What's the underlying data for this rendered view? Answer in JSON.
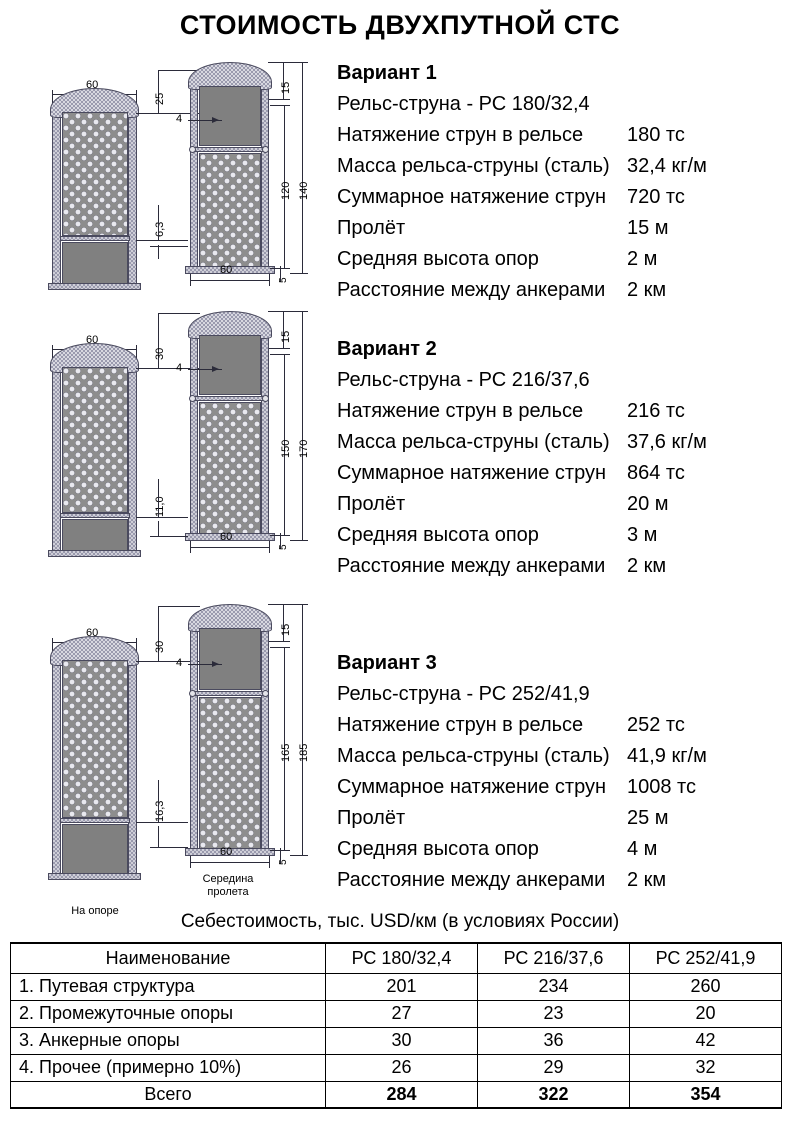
{
  "title": "СТОИМОСТЬ  ДВУХПУТНОЙ  СТС",
  "variants": [
    {
      "heading": "Вариант 1",
      "rail_line": "Рельс-струна - РС 180/32,4",
      "rows": [
        {
          "label": "Натяжение струн в рельсе",
          "value": "180 тс"
        },
        {
          "label": "Масса рельса-струны (сталь)",
          "value": "32,4 кг/м"
        },
        {
          "label": "Суммарное натяжение струн",
          "value": "720 тс"
        },
        {
          "label": "Пролёт",
          "value": "15 м"
        },
        {
          "label": "Средняя высота опор",
          "value": "2 м"
        },
        {
          "label": "Расстояние между анкерами",
          "value": "2 км"
        }
      ],
      "drawing": {
        "support_width": "60",
        "cap_gap": "25",
        "cap_height": "15",
        "wall_thickness": "4",
        "inner_height": "120",
        "total_height": "140",
        "web_thickness": "6,3",
        "mid_width": "60",
        "base_height": "5"
      }
    },
    {
      "heading": "Вариант 2",
      "rail_line": "Рельс-струна - РС 216/37,6",
      "rows": [
        {
          "label": "Натяжение струн в рельсе",
          "value": "216 тс"
        },
        {
          "label": "Масса рельса-струны (сталь)",
          "value": "37,6 кг/м"
        },
        {
          "label": "Суммарное натяжение струн",
          "value": "864 тс"
        },
        {
          "label": "Пролёт",
          "value": "20 м"
        },
        {
          "label": "Средняя высота опор",
          "value": "3 м"
        },
        {
          "label": "Расстояние между анкерами",
          "value": "2 км"
        }
      ],
      "drawing": {
        "support_width": "60",
        "cap_gap": "30",
        "cap_height": "15",
        "wall_thickness": "4",
        "inner_height": "150",
        "total_height": "170",
        "web_thickness": "11,0",
        "mid_width": "60",
        "base_height": "5"
      }
    },
    {
      "heading": "Вариант 3",
      "rail_line": "Рельс-струна - РС 252/41,9",
      "rows": [
        {
          "label": "Натяжение струн в рельсе",
          "value": "252 тс"
        },
        {
          "label": "Масса рельса-струны (сталь)",
          "value": "41,9 кг/м"
        },
        {
          "label": "Суммарное натяжение струн",
          "value": "1008 тс"
        },
        {
          "label": "Пролёт",
          "value": "25 м"
        },
        {
          "label": "Средняя высота опор",
          "value": "4 м"
        },
        {
          "label": "Расстояние между анкерами",
          "value": "2 км"
        }
      ],
      "drawing": {
        "support_width": "60",
        "cap_gap": "30",
        "cap_height": "15",
        "wall_thickness": "4",
        "inner_height": "165",
        "total_height": "185",
        "web_thickness": "16,3",
        "mid_width": "60",
        "base_height": "5"
      }
    }
  ],
  "drawing_captions": {
    "on_support": "На опоре",
    "mid_span_line1": "Середина",
    "mid_span_line2": "пролета"
  },
  "cost_table": {
    "caption": "Себестоимость, тыс. USD/км (в условиях России)",
    "headers": [
      "Наименование",
      "РС 180/32,4",
      "РС 216/37,6",
      "РС 252/41,9"
    ],
    "rows": [
      {
        "name": "1. Путевая структура",
        "v1": "201",
        "v2": "234",
        "v3": "260"
      },
      {
        "name": "2. Промежуточные опоры",
        "v1": "27",
        "v2": "23",
        "v3": "20"
      },
      {
        "name": "3. Анкерные опоры",
        "v1": "30",
        "v2": "36",
        "v3": "42"
      },
      {
        "name": "4. Прочее (примерно 10%)",
        "v1": "26",
        "v2": "29",
        "v3": "32"
      }
    ],
    "total": {
      "name": "Всего",
      "v1": "284",
      "v2": "322",
      "v3": "354"
    }
  },
  "colors": {
    "line": "#2b2b3a",
    "fill_gray": "#808080",
    "hatch_light": "#d8d8e0",
    "hatch_dark": "#9a9aae"
  }
}
